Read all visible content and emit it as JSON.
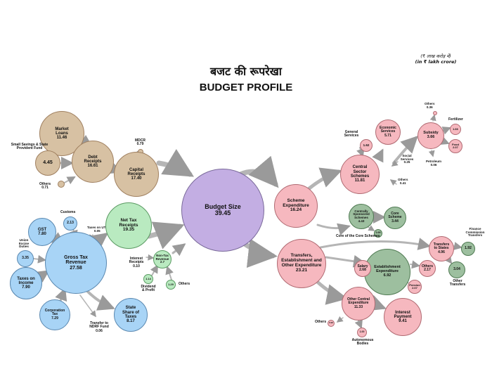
{
  "title": {
    "hindi": "बजट की रूपरेखा",
    "english": "BUDGET PROFILE"
  },
  "unit": {
    "hindi": "(₹ लाख करोड़ में)",
    "english": "(in ₹ lakh crore)"
  },
  "colors": {
    "budget": "#c3aee3",
    "receipts": "#d7c1a3",
    "tax": "#a8d4f6",
    "nettax": "#b9eac0",
    "expenditure": "#f6b8bf",
    "green_node": "#9dbf9f",
    "arrow": "#b0b0b0"
  },
  "nodes": {
    "market_loans": {
      "label": "Market Loans",
      "value": "11.46"
    },
    "small_savings_val": {
      "value": "4.45"
    },
    "debt_receipts": {
      "label": "Debt Receipts",
      "value": "16.61"
    },
    "others_debt_val": {
      "value": ""
    },
    "capital_receipts": {
      "label": "Capital Receipts",
      "value": "17.40"
    },
    "mdcr_dot": {
      "value": ""
    },
    "budget_size": {
      "label": "Budget Size",
      "value": "39.45"
    },
    "gst": {
      "label": "GST",
      "value": "7.80"
    },
    "customs": {
      "value": "2.13"
    },
    "union_excise_val": {
      "value": "3.35"
    },
    "gross_tax": {
      "label": "Gross Tax Revenue",
      "value": "27.58"
    },
    "taxes_on_income": {
      "label": "Taxes on Income",
      "value": "7.90"
    },
    "corporation_tax": {
      "label": "Corporation Tax",
      "value": "7.29"
    },
    "net_tax": {
      "label": "Net Tax Receipts",
      "value": "19.35"
    },
    "state_share": {
      "label": "State Share of Taxes",
      "value": "8.17"
    },
    "non_tax": {
      "label": "Non-Tax Revenue",
      "value": "2.7"
    },
    "dividend": {
      "value": "1.14"
    },
    "non_tax_others": {
      "value": "1.29"
    },
    "scheme_exp": {
      "label": "Scheme Expenditure",
      "value": "16.24"
    },
    "central_sector": {
      "label": "Central Sector Schemes",
      "value": "11.81"
    },
    "general_services": {
      "value": "1.62"
    },
    "economic_services": {
      "label": "Economic Services",
      "value": "5.71"
    },
    "subsidy": {
      "label": "Subsidy",
      "value": "3.66"
    },
    "fertilizer": {
      "value": "1.66"
    },
    "food": {
      "label": "Food",
      "value": "2.07"
    },
    "css": {
      "label": "Centrally Sponsored Schemes",
      "value": "4.43"
    },
    "core_scheme": {
      "label": "Core Scheme",
      "value": "3.44"
    },
    "core_of_core": {
      "value": "0.99"
    },
    "transfers_est": {
      "label": "Transfers, Establishment and Other Expenditure",
      "value": "23.21"
    },
    "salary": {
      "label": "Salary",
      "value": "2.68"
    },
    "establishment": {
      "label": "Establishment Expenditure",
      "value": "6.92"
    },
    "est_others": {
      "label": "Others",
      "value": "2.17"
    },
    "pension": {
      "label": "Pension",
      "value": "2.07"
    },
    "transfers_states": {
      "label": "Transfers to States",
      "value": "4.96"
    },
    "finance_commission": {
      "value": "1.92"
    },
    "other_transfers": {
      "value": "3.04"
    },
    "other_central": {
      "label": "Other Central Expenditure",
      "value": "11.33"
    },
    "interest_payment": {
      "label": "Interest Payment",
      "value": "9.41"
    },
    "autonomous_bodies": {
      "value": "1.00"
    },
    "oce_others": {
      "value": "0.93"
    }
  },
  "labels": {
    "small_savings": "Small Savings & State Provident Fund",
    "others_debt": "Others",
    "others_debt_val": "0.71",
    "mdcr": "MDCR",
    "mdcr_val": "0.79",
    "customs": "Customs",
    "union_excise": "Union Excise Duties",
    "taxes_on_uts": "Taxes on UTs",
    "taxes_on_uts_val": "0.05",
    "interest_receipts": "Interest Receipts",
    "interest_receipts_val": "0.10",
    "dividend_profit": "Dividend & Profit",
    "non_tax_others": "Others",
    "transfer_ndrf": "Transfer to NDRF Fund",
    "transfer_ndrf_val": "0.06",
    "general_services": "General Services",
    "others_top": "Others",
    "others_top_val": "0.36",
    "fertilizer": "Fertilizer",
    "petroleum": "Petroleum",
    "petroleum_val": "0.06",
    "social_services": "Social Services",
    "social_services_val": "0.25",
    "others_cs": "Others",
    "others_cs_val": "0.41",
    "core_of_core": "Core of the Core Schemes",
    "finance_commission": "Finance Commission Transfers",
    "other_transfers": "Other Transfers",
    "oce_others": "Others",
    "autonomous_bodies": "Autonomous Bodies"
  }
}
